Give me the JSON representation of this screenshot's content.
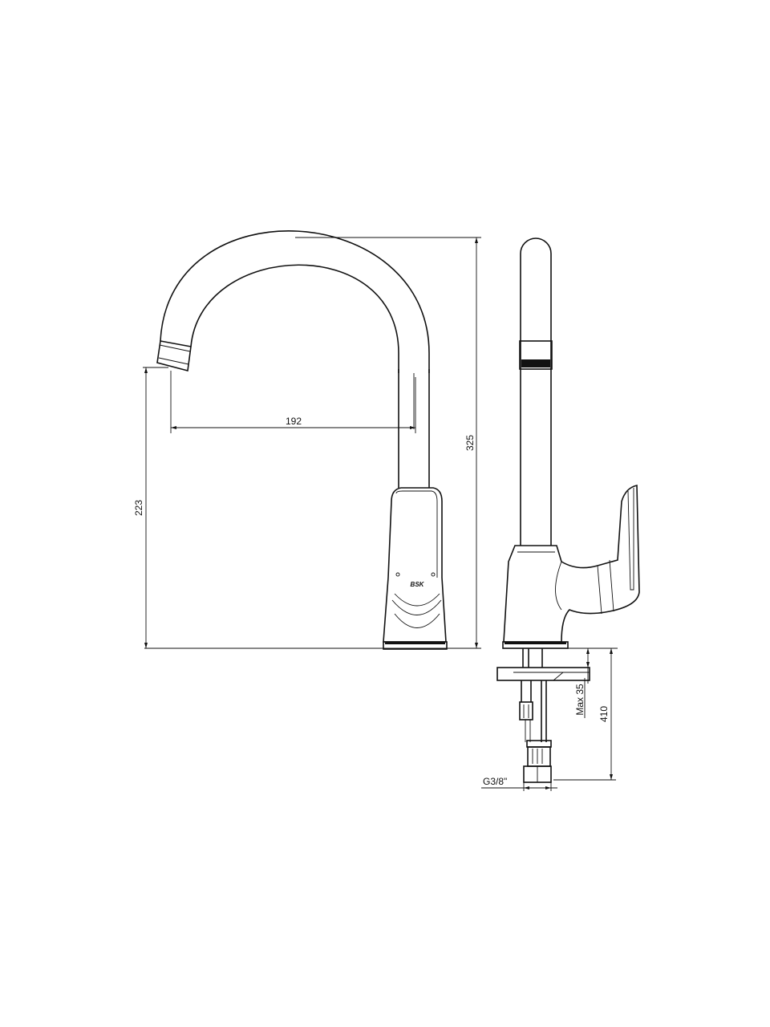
{
  "drawing": {
    "front_view": {
      "dimensions": {
        "spout_reach": "192",
        "spout_height": "223",
        "total_height": "325"
      },
      "brand_mark": "BSK"
    },
    "side_view": {
      "dimensions": {
        "max_deck_thickness": "Max 35",
        "hose_length": "410",
        "connection_thread": "G3/8\""
      }
    }
  }
}
